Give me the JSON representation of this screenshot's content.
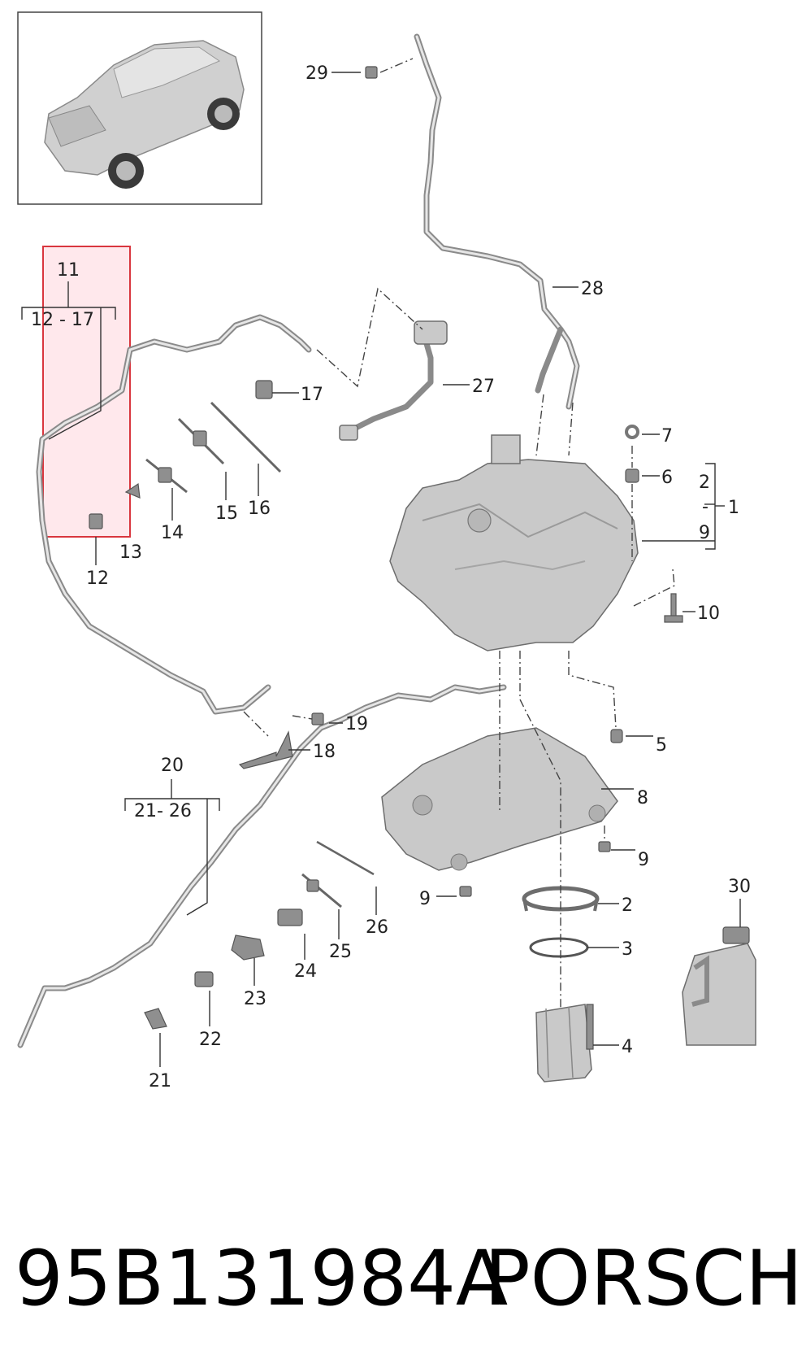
{
  "title": {
    "part_number": "95B131984A",
    "brand": "PORSCHE"
  },
  "callouts": {
    "c1": "1",
    "c2": "2",
    "c3": "3",
    "c4": "4",
    "c5": "5",
    "c6": "6",
    "c7": "7",
    "c8": "8",
    "c9a": "9",
    "c9b": "9",
    "c10": "10",
    "c11": "11",
    "c12": "12",
    "c13": "13",
    "c14": "14",
    "c15": "15",
    "c16": "16",
    "c17": "17",
    "c18": "18",
    "c19": "19",
    "c20": "20",
    "c21": "21",
    "c22": "22",
    "c23": "23",
    "c24": "24",
    "c25": "25",
    "c26": "26",
    "c27": "27",
    "c28": "28",
    "c29": "29",
    "c30": "30"
  },
  "groups": {
    "g11_range": "12 - 17",
    "g20_range": "21- 26",
    "g1_top": "2",
    "g1_mid": "-",
    "g1_bot": "9"
  },
  "colors": {
    "highlight_fill": "#ffe0e6",
    "highlight_stroke": "#d9363e"
  }
}
